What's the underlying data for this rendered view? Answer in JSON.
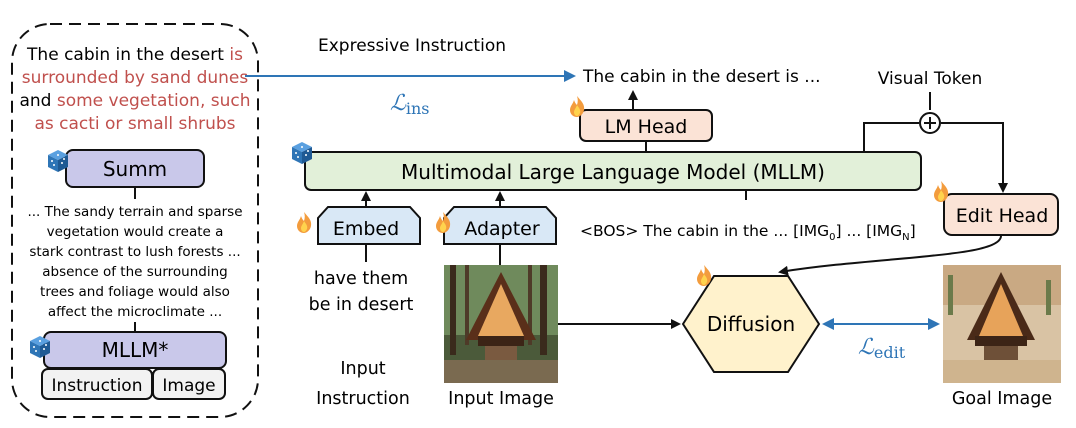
{
  "left_panel": {
    "expressive_text": {
      "line1_black": "The cabin in the desert",
      "line1_red": "is",
      "line2_red": "surrounded by sand dunes",
      "line3_black": "and",
      "line3_red": "some vegetation, such",
      "line4_red": "as cacti or small shrubs"
    },
    "summ_label": "Summ",
    "mllm_output_lines": [
      "... The sandy terrain and sparse",
      "vegetation would create a",
      "stark contrast to lush forests ...",
      "absence of the surrounding",
      "trees and foliage would also",
      "affect the microclimate ..."
    ],
    "mllm_star_label": "MLLM*",
    "instruction_label": "Instruction",
    "image_label": "Image"
  },
  "main": {
    "expressive_instruction_label": "Expressive Instruction",
    "loss_ins": "ℒ",
    "loss_ins_sub": "ins",
    "lm_output_text": "The cabin in the desert is ...",
    "lm_head_label": "LM Head",
    "mllm_label": "Multimodal Large Language Model (MLLM)",
    "visual_token_label": "Visual Token",
    "edit_head_label": "Edit Head",
    "embed_label": "Embed",
    "adapter_label": "Adapter",
    "sequence_text": "<BOS> The cabin in the ...   [IMG",
    "seq_sub0": "0",
    "seq_mid": "] ... [IMG",
    "seq_subN": "N",
    "seq_end": "]",
    "instruction_lines": [
      "have them",
      "be in desert"
    ],
    "input_instruction_lines": [
      "Input",
      "Instruction"
    ],
    "input_image_label": "Input Image",
    "diffusion_label": "Diffusion",
    "loss_edit": "ℒ",
    "loss_edit_sub": "edit",
    "goal_image_label": "Goal Image"
  },
  "colors": {
    "purple_box": "#c9c8ea",
    "blue_box": "#d9e8f6",
    "green_box": "#e2f0d9",
    "orange_box": "#fbe3d6",
    "yellow_hex": "#fff2cc",
    "red_text": "#c0504d",
    "blue_arrow": "#2e75b6",
    "flame": "#f4b183",
    "cube": "#2e75b6"
  },
  "icons": [
    "flame-icon",
    "cube-icon",
    "plus-circle-icon"
  ]
}
